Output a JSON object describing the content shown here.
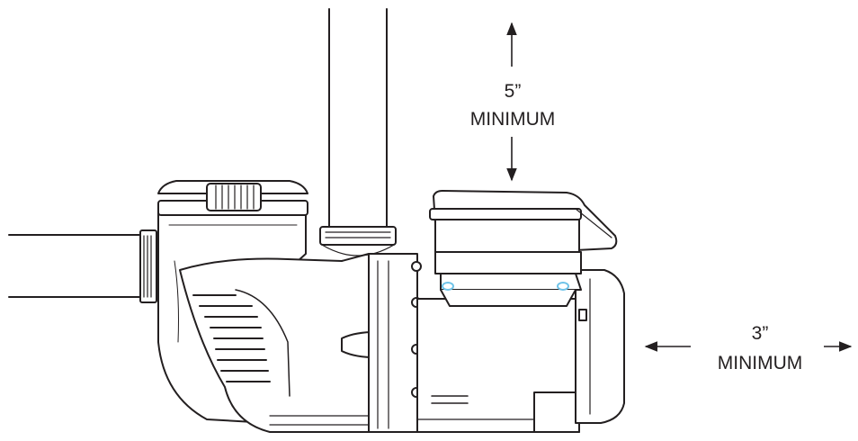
{
  "clearances": {
    "top": {
      "value": "5”",
      "word": "MINIMUM"
    },
    "side": {
      "value": "3”",
      "word": "MINIMUM"
    }
  },
  "colors": {
    "line": "#231f20",
    "highlight": "#6fc3e8",
    "fill": "#ffffff"
  }
}
